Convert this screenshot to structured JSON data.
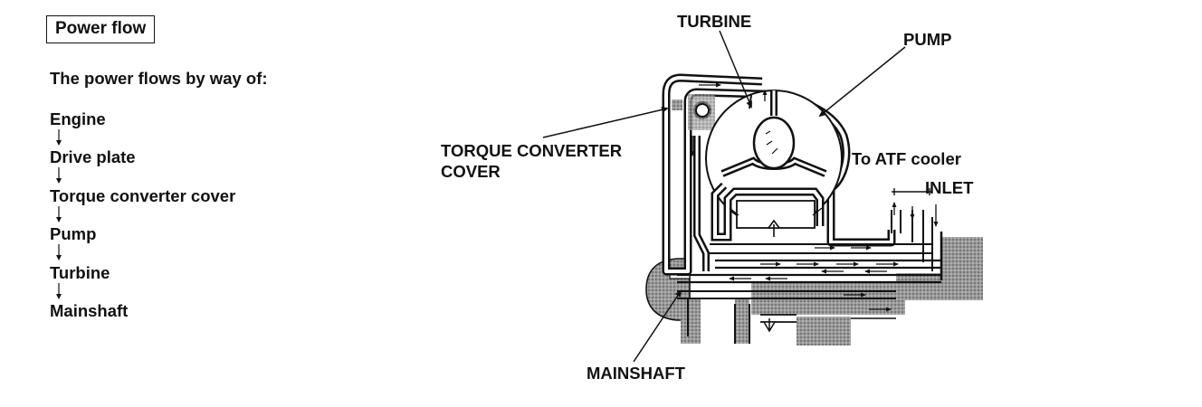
{
  "title": "Power flow",
  "intro": "The power flows by way of:",
  "flow_steps": [
    "Engine",
    "Drive plate",
    "Torque converter cover",
    "Pump",
    "Turbine",
    "Mainshaft"
  ],
  "labels": {
    "turbine": "TURBINE",
    "pump": "PUMP",
    "tc_cover_line1": "TORQUE CONVERTER",
    "tc_cover_line2": "COVER",
    "atf_cooler": "To ATF cooler",
    "inlet": "INLET",
    "mainshaft": "MAINSHAFT"
  }
}
